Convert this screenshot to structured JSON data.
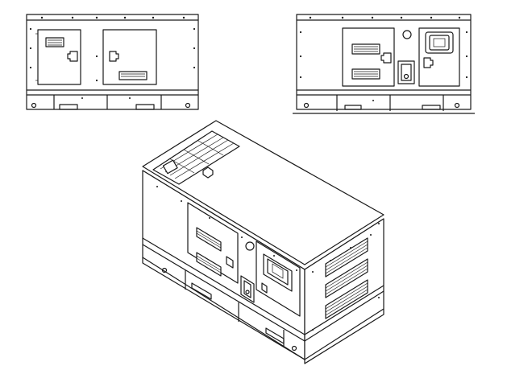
{
  "figure": {
    "views": [
      {
        "id": "front",
        "icon": "generator-front-elevation"
      },
      {
        "id": "side",
        "icon": "generator-side-elevation"
      },
      {
        "id": "iso",
        "icon": "generator-isometric-view"
      }
    ],
    "colors": {
      "line": "#1a1a1a",
      "background": "#ffffff"
    }
  }
}
